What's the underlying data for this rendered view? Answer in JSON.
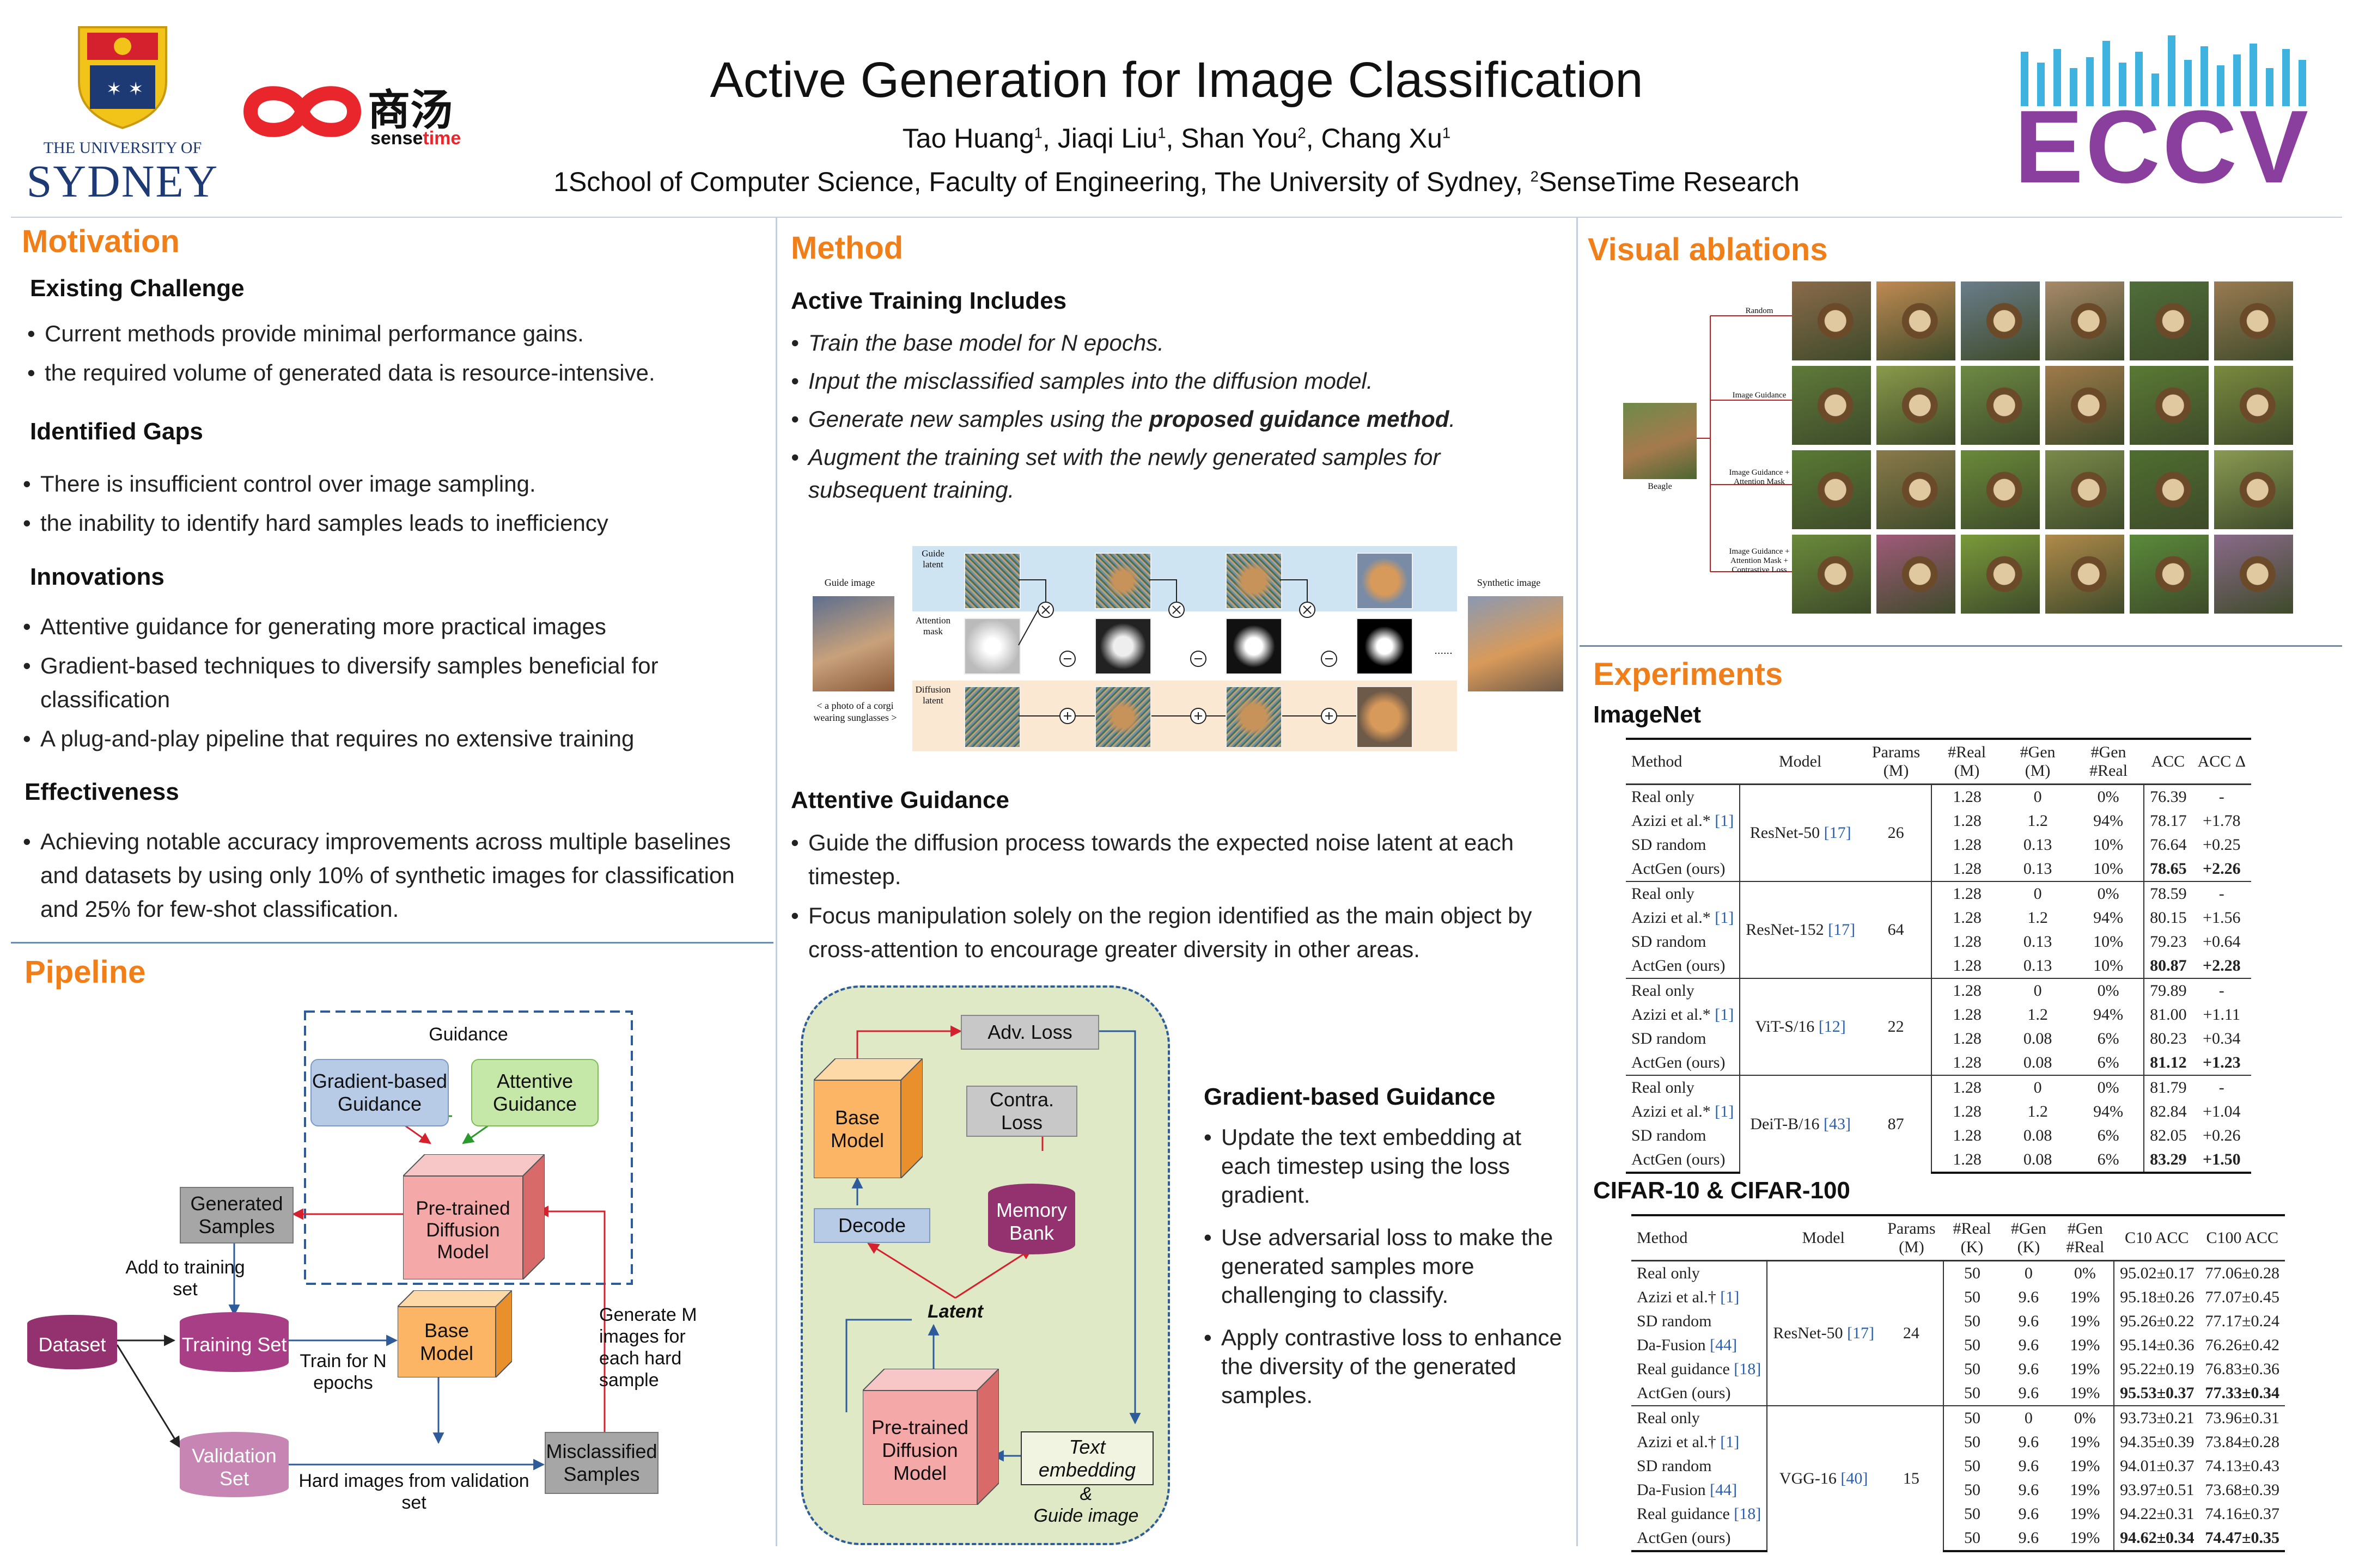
{
  "header": {
    "title": "Active Generation for Image Classification",
    "authors": [
      "Tao Huang",
      "Jiaqi Liu",
      "Shan You",
      "Chang Xu"
    ],
    "author_sups": [
      "1",
      "1",
      "2",
      "1"
    ],
    "affiliation_1": "1School of Computer Science, Faculty of Engineering, The University of Sydney, ",
    "affiliation_2_sup": "2",
    "affiliation_2": "SenseTime Research",
    "logo_usyd_line1": "THE UNIVERSITY OF",
    "logo_usyd_line2": "SYDNEY",
    "logo_sensetime_cn": "商汤",
    "logo_sensetime_en_a": "sense",
    "logo_sensetime_en_b": "time",
    "logo_eccv": "ECCV"
  },
  "motivation": {
    "heading": "Motivation",
    "existing_title": "Existing Challenge",
    "existing": [
      "Current methods provide minimal performance gains.",
      "the required volume of generated data is resource-intensive."
    ],
    "gaps_title": "Identified Gaps",
    "gaps": [
      "There is insufficient control over image sampling.",
      "the inability to identify hard samples leads to inefficiency"
    ],
    "innov_title": "Innovations",
    "innov": [
      "Attentive guidance for generating more practical images",
      "Gradient-based techniques to diversify samples beneficial for classification",
      "A plug-and-play pipeline that requires no extensive training"
    ],
    "eff_title": "Effectiveness",
    "eff": [
      "Achieving notable accuracy improvements across multiple baselines and datasets by using only 10% of synthetic images for classification and 25% for few-shot classification."
    ]
  },
  "pipeline": {
    "heading": "Pipeline",
    "guidance": "Guidance",
    "gradient": "Gradient-based Guidance",
    "attentive": "Attentive Guidance",
    "pretrained": "Pre-trained Diffusion Model",
    "generated": "Generated Samples",
    "add_to": "Add to training set",
    "dataset": "Dataset",
    "training": "Training Set",
    "validation": "Validation Set",
    "base": "Base Model",
    "train_n": "Train for N epochs",
    "hard": "Hard images from validation set",
    "misclassified": "Misclassified Samples",
    "generate_m": "Generate M images for each hard sample"
  },
  "method": {
    "heading": "Method",
    "active_title": "Active Training Includes",
    "active": [
      "Train the base model for N epochs.",
      "Input the misclassified samples into the diffusion model.",
      "Generate new samples using the ",
      "Augment the training set with the newly generated samples for subsequent training."
    ],
    "active_bold": "proposed guidance method",
    "active_end": ".",
    "fig": {
      "guide_image": "Guide image",
      "prompt": "< a photo of a corgi wearing sunglasses >",
      "guide_latent": "Guide latent",
      "attention_mask": "Attention mask",
      "diffusion_latent": "Diffusion latent",
      "synthetic": "Synthetic image",
      "dots": "......"
    },
    "attentive_title": "Attentive Guidance",
    "attentive": [
      "Guide the diffusion process towards the expected noise latent at each timestep.",
      "Focus manipulation solely on the region identified as the main object by cross-attention to encourage greater diversity in other areas."
    ],
    "grad_title": "Gradient-based Guidance",
    "grad": [
      "Update the text embedding at each timestep using the loss gradient.",
      "Use adversarial loss to make the generated samples more challenging to classify.",
      "Apply contrastive loss to enhance the diversity of the generated samples."
    ],
    "diag": {
      "adv": "Adv.  Loss",
      "contra": "Contra. Loss",
      "base": "Base Model",
      "memory": "Memory Bank",
      "decode": "Decode",
      "latent": "Latent",
      "pretrained": "Pre-trained Diffusion Model",
      "text": "Text embedding",
      "amp": "&",
      "guide": "Guide image"
    }
  },
  "ablation": {
    "heading": "Visual ablations",
    "source": "Beagle",
    "rows": [
      "Random",
      "Image Guidance",
      "Image Guidance + Attention Mask",
      "Image Guidance + Attention Mask + Contrastive Loss"
    ]
  },
  "experiments": {
    "heading": "Experiments",
    "imagenet_title": "ImageNet",
    "imagenet_headers": [
      "Method",
      "Model",
      "Params (M)",
      "#Real (M)",
      "#Gen (M)",
      "#Gen #Real",
      "ACC",
      "ACC Δ"
    ],
    "imagenet_groups": [
      {
        "model": "ResNet-50",
        "ref": "[17]",
        "params": "26",
        "rows": [
          [
            "Real only",
            "",
            "1.28",
            "0",
            "0%",
            "76.39",
            "-"
          ],
          [
            "Azizi et al.*",
            "[1]",
            "1.28",
            "1.2",
            "94%",
            "78.17",
            "+1.78"
          ],
          [
            "SD random",
            "",
            "1.28",
            "0.13",
            "10%",
            "76.64",
            "+0.25"
          ],
          [
            "ActGen (ours)",
            "",
            "1.28",
            "0.13",
            "10%",
            "78.65",
            "+2.26"
          ]
        ]
      },
      {
        "model": "ResNet-152",
        "ref": "[17]",
        "params": "64",
        "rows": [
          [
            "Real only",
            "",
            "1.28",
            "0",
            "0%",
            "78.59",
            "-"
          ],
          [
            "Azizi et al.*",
            "[1]",
            "1.28",
            "1.2",
            "94%",
            "80.15",
            "+1.56"
          ],
          [
            "SD random",
            "",
            "1.28",
            "0.13",
            "10%",
            "79.23",
            "+0.64"
          ],
          [
            "ActGen (ours)",
            "",
            "1.28",
            "0.13",
            "10%",
            "80.87",
            "+2.28"
          ]
        ]
      },
      {
        "model": "ViT-S/16",
        "ref": "[12]",
        "params": "22",
        "rows": [
          [
            "Real only",
            "",
            "1.28",
            "0",
            "0%",
            "79.89",
            "-"
          ],
          [
            "Azizi et al.*",
            "[1]",
            "1.28",
            "1.2",
            "94%",
            "81.00",
            "+1.11"
          ],
          [
            "SD random",
            "",
            "1.28",
            "0.08",
            "6%",
            "80.23",
            "+0.34"
          ],
          [
            "ActGen (ours)",
            "",
            "1.28",
            "0.08",
            "6%",
            "81.12",
            "+1.23"
          ]
        ]
      },
      {
        "model": "DeiT-B/16",
        "ref": "[43]",
        "params": "87",
        "rows": [
          [
            "Real only",
            "",
            "1.28",
            "0",
            "0%",
            "81.79",
            "-"
          ],
          [
            "Azizi et al.*",
            "[1]",
            "1.28",
            "1.2",
            "94%",
            "82.84",
            "+1.04"
          ],
          [
            "SD random",
            "",
            "1.28",
            "0.08",
            "6%",
            "82.05",
            "+0.26"
          ],
          [
            "ActGen (ours)",
            "",
            "1.28",
            "0.08",
            "6%",
            "83.29",
            "+1.50"
          ]
        ]
      }
    ],
    "cifar_title": "CIFAR-10 & CIFAR-100",
    "cifar_headers": [
      "Method",
      "Model",
      "Params (M)",
      "#Real (K)",
      "#Gen (K)",
      "#Gen #Real",
      "C10 ACC",
      "C100 ACC"
    ],
    "cifar_groups": [
      {
        "model": "ResNet-50",
        "ref": "[17]",
        "params": "24",
        "rows": [
          [
            "Real only",
            "",
            "50",
            "0",
            "0%",
            "95.02±0.17",
            "77.06±0.28"
          ],
          [
            "Azizi et al.†",
            "[1]",
            "50",
            "9.6",
            "19%",
            "95.18±0.26",
            "77.07±0.45"
          ],
          [
            "SD random",
            "",
            "50",
            "9.6",
            "19%",
            "95.26±0.22",
            "77.17±0.24"
          ],
          [
            "Da-Fusion",
            "[44]",
            "50",
            "9.6",
            "19%",
            "95.14±0.36",
            "76.26±0.42"
          ],
          [
            "Real guidance",
            "[18]",
            "50",
            "9.6",
            "19%",
            "95.22±0.19",
            "76.83±0.36"
          ],
          [
            "ActGen (ours)",
            "",
            "50",
            "9.6",
            "19%",
            "95.53±0.37",
            "77.33±0.34"
          ]
        ]
      },
      {
        "model": "VGG-16",
        "ref": "[40]",
        "params": "15",
        "rows": [
          [
            "Real only",
            "",
            "50",
            "0",
            "0%",
            "93.73±0.21",
            "73.96±0.31"
          ],
          [
            "Azizi et al.†",
            "[1]",
            "50",
            "9.6",
            "19%",
            "94.35±0.39",
            "73.84±0.28"
          ],
          [
            "SD random",
            "",
            "50",
            "9.6",
            "19%",
            "94.01±0.37",
            "74.13±0.43"
          ],
          [
            "Da-Fusion",
            "[44]",
            "50",
            "9.6",
            "19%",
            "93.97±0.51",
            "73.68±0.39"
          ],
          [
            "Real guidance",
            "[18]",
            "50",
            "9.6",
            "19%",
            "94.22±0.31",
            "74.16±0.37"
          ],
          [
            "ActGen (ours)",
            "",
            "50",
            "9.6",
            "19%",
            "94.62±0.34",
            "74.47±0.35"
          ]
        ]
      }
    ]
  },
  "colors": {
    "accent": "#f07f1a",
    "usyd_blue": "#1d3a75",
    "usyd_red": "#d5202d",
    "eccv_purple": "#7b3fa0"
  }
}
